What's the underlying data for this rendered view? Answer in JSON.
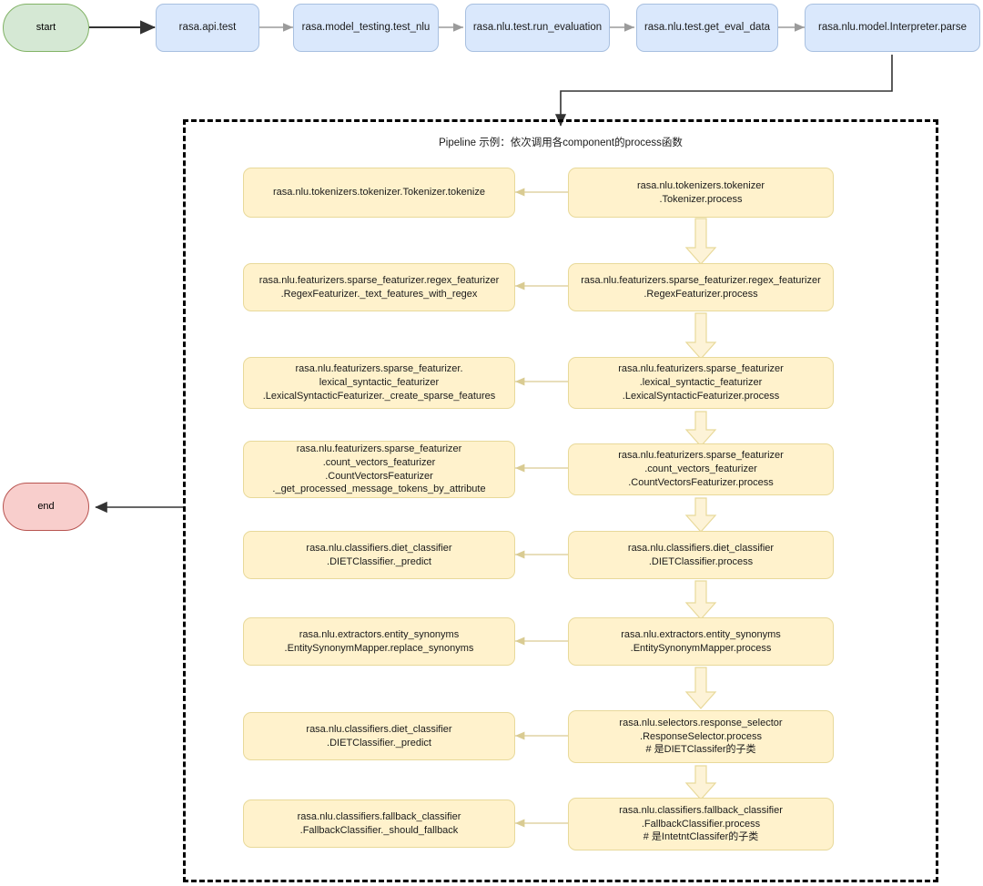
{
  "diagram": {
    "title": "rasa NLU interpreter parse call flow",
    "colors": {
      "start_fill": "#d5e8d4",
      "start_stroke": "#82b366",
      "end_fill": "#f8cecc",
      "end_stroke": "#b85450",
      "blue_fill": "#dae8fc",
      "blue_stroke": "#a8c0e0",
      "yellow_fill": "#fff2cc",
      "yellow_stroke": "#e8d99a",
      "container_stroke": "#000000",
      "thin_arrow": "#9b9b9b",
      "block_arrow_fill": "#fdf3d7",
      "block_arrow_stroke": "#e8d99a"
    }
  },
  "terminals": {
    "start": "start",
    "end": "end"
  },
  "top_chain": [
    {
      "label": "rasa.api.test"
    },
    {
      "label": "rasa.model_testing.test_nlu"
    },
    {
      "label": "rasa.nlu.test.run_evaluation"
    },
    {
      "label": "rasa.nlu.test.get_eval_data"
    },
    {
      "label": "rasa.nlu.model.Interpreter.parse"
    }
  ],
  "pipeline": {
    "caption": "Pipeline 示例：依次调用各component的process函数",
    "rows": [
      {
        "right": "rasa.nlu.tokenizers.tokenizer\n.Tokenizer.process",
        "left": "rasa.nlu.tokenizers.tokenizer.Tokenizer.tokenize"
      },
      {
        "right": "rasa.nlu.featurizers.sparse_featurizer.regex_featurizer\n.RegexFeaturizer.process",
        "left": "rasa.nlu.featurizers.sparse_featurizer.regex_featurizer\n.RegexFeaturizer._text_features_with_regex"
      },
      {
        "right": "rasa.nlu.featurizers.sparse_featurizer\n.lexical_syntactic_featurizer\n.LexicalSyntacticFeaturizer.process",
        "left": "rasa.nlu.featurizers.sparse_featurizer.\nlexical_syntactic_featurizer\n.LexicalSyntacticFeaturizer._create_sparse_features"
      },
      {
        "right": "rasa.nlu.featurizers.sparse_featurizer\n.count_vectors_featurizer\n.CountVectorsFeaturizer.process",
        "left": "rasa.nlu.featurizers.sparse_featurizer\n.count_vectors_featurizer\n.CountVectorsFeaturizer\n._get_processed_message_tokens_by_attribute"
      },
      {
        "right": "rasa.nlu.classifiers.diet_classifier\n.DIETClassifier.process",
        "left": "rasa.nlu.classifiers.diet_classifier\n.DIETClassifier._predict"
      },
      {
        "right": "rasa.nlu.extractors.entity_synonyms\n.EntitySynonymMapper.process",
        "left": "rasa.nlu.extractors.entity_synonyms\n.EntitySynonymMapper.replace_synonyms"
      },
      {
        "right": "rasa.nlu.selectors.response_selector\n.ResponseSelector.process\n# 是DIETClassifer的子类",
        "left": "rasa.nlu.classifiers.diet_classifier\n.DIETClassifier._predict"
      },
      {
        "right": "rasa.nlu.classifiers.fallback_classifier\n.FallbackClassifier.process\n# 是IntetntClassifer的子类",
        "left": "rasa.nlu.classifiers.fallback_classifier\n.FallbackClassifier._should_fallback"
      }
    ]
  }
}
